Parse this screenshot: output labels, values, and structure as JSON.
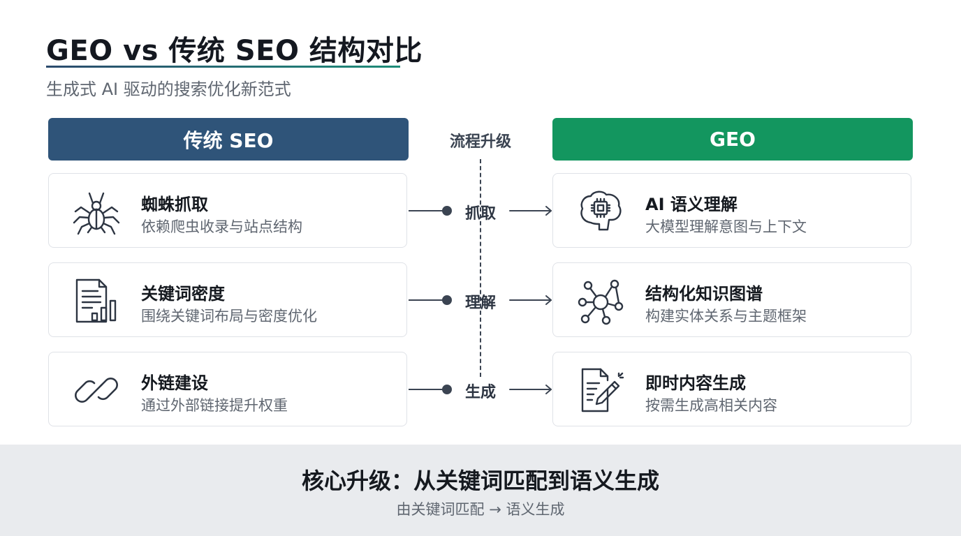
{
  "header": {
    "title": "GEO vs 传统 SEO 结构对比",
    "subtitle": "生成式 AI 驱动的搜索优化新范式"
  },
  "columns": {
    "left_header": "传统 SEO",
    "middle_header": "流程升级",
    "right_header": "GEO"
  },
  "left_cards": [
    {
      "icon": "spider-icon",
      "title": "蜘蛛抓取",
      "desc": "依赖爬虫收录与站点结构"
    },
    {
      "icon": "keyword-document-icon",
      "title": "关键词密度",
      "desc": "围绕关键词布局与密度优化"
    },
    {
      "icon": "chain-link-icon",
      "title": "外链建设",
      "desc": "通过外部链接提升权重"
    }
  ],
  "steps": [
    "抓取",
    "理解",
    "生成"
  ],
  "right_cards": [
    {
      "icon": "brain-chip-icon",
      "title": "AI 语义理解",
      "desc": "大模型理解意图与上下文"
    },
    {
      "icon": "knowledge-graph-icon",
      "title": "结构化知识图谱",
      "desc": "构建实体关系与主题框架"
    },
    {
      "icon": "document-pen-icon",
      "title": "即时内容生成",
      "desc": "按需生成高相关内容"
    }
  ],
  "footer": {
    "title": "核心升级：从关键词匹配到语义生成",
    "subtitle": "由关键词匹配 → 语义生成"
  },
  "colors": {
    "seo_header": "#2f5479",
    "geo_header": "#13965f",
    "connector": "#3b4452"
  }
}
